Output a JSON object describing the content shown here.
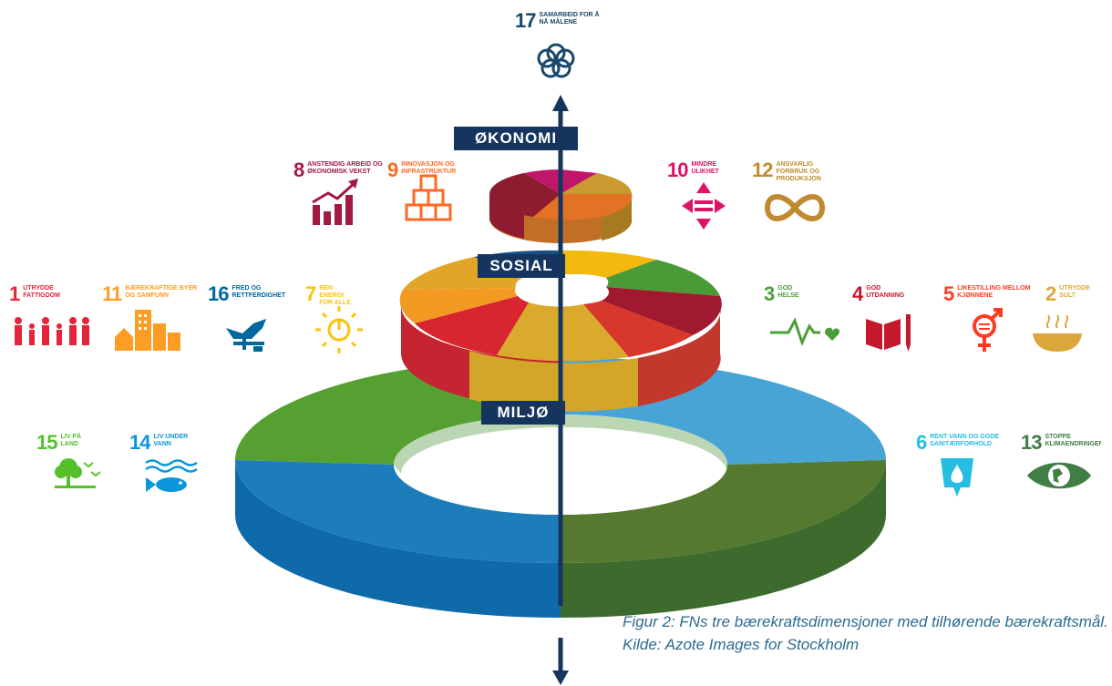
{
  "dimensions": {
    "economy": "ØKONOMI",
    "social": "SOSIAL",
    "environment": "MILJØ"
  },
  "goals": [
    {
      "id": "g17",
      "number": "17",
      "label": "SAMARBEID FOR Å NÅ MÅLENE",
      "color": "#19486a",
      "icon": "interlinked-rings-icon"
    },
    {
      "id": "g8",
      "number": "8",
      "label": "ANSTENDIG ARBEID OG ØKONOMISK VEKST",
      "color": "#a21942",
      "icon": "growth-chart-icon"
    },
    {
      "id": "g9",
      "number": "9",
      "label": "INNOVASJON OG INFRASTRUKTUR",
      "color": "#fd6925",
      "icon": "cubes-icon"
    },
    {
      "id": "g10",
      "number": "10",
      "label": "MINDRE ULIKHET",
      "color": "#dd1367",
      "icon": "equality-arrows-icon"
    },
    {
      "id": "g12",
      "number": "12",
      "label": "ANSVARLIG FORBRUK OG PRODUKSJON",
      "color": "#bf8b2e",
      "icon": "infinity-icon"
    },
    {
      "id": "g1",
      "number": "1",
      "label": "UTRYDDE FATTIGDOM",
      "color": "#e5243b",
      "icon": "family-icon"
    },
    {
      "id": "g11",
      "number": "11",
      "label": "BÆREKRAFTIGE BYER OG SAMFUNN",
      "color": "#fd9d24",
      "icon": "city-buildings-icon"
    },
    {
      "id": "g16",
      "number": "16",
      "label": "FRED OG RETTFERDIGHET",
      "color": "#00689d",
      "icon": "dove-gavel-icon"
    },
    {
      "id": "g7",
      "number": "7",
      "label": "REN ENERGI FOR ALLE",
      "color": "#fcc30b",
      "icon": "sun-power-icon"
    },
    {
      "id": "g3",
      "number": "3",
      "label": "GOD HELSE",
      "color": "#4c9f38",
      "icon": "heartbeat-icon"
    },
    {
      "id": "g4",
      "number": "4",
      "label": "GOD UTDANNING",
      "color": "#c5192d",
      "icon": "book-pencil-icon"
    },
    {
      "id": "g5",
      "number": "5",
      "label": "LIKESTILLING MELLOM KJØNNENE",
      "color": "#ff3a21",
      "icon": "gender-equality-icon"
    },
    {
      "id": "g2",
      "number": "2",
      "label": "UTRYDDE SULT",
      "color": "#dda63a",
      "icon": "food-bowl-icon"
    },
    {
      "id": "g15",
      "number": "15",
      "label": "LIV PÅ LAND",
      "color": "#56c02b",
      "icon": "tree-birds-icon"
    },
    {
      "id": "g14",
      "number": "14",
      "label": "LIV UNDER VANN",
      "color": "#0a97d9",
      "icon": "fish-waves-icon"
    },
    {
      "id": "g6",
      "number": "6",
      "label": "RENT VANN OG GODE SANITÆRFORHOLD",
      "color": "#26bde2",
      "icon": "water-drop-icon"
    },
    {
      "id": "g13",
      "number": "13",
      "label": "STOPPE KLIMAENDRINGENE",
      "color": "#3f7e44",
      "icon": "eye-earth-icon"
    }
  ],
  "caption": "Figur 2: FNs tre bærekraftsdimensjoner med tilhørende bærekraftsmål. Kilde: Azote Images for Stockholm"
}
